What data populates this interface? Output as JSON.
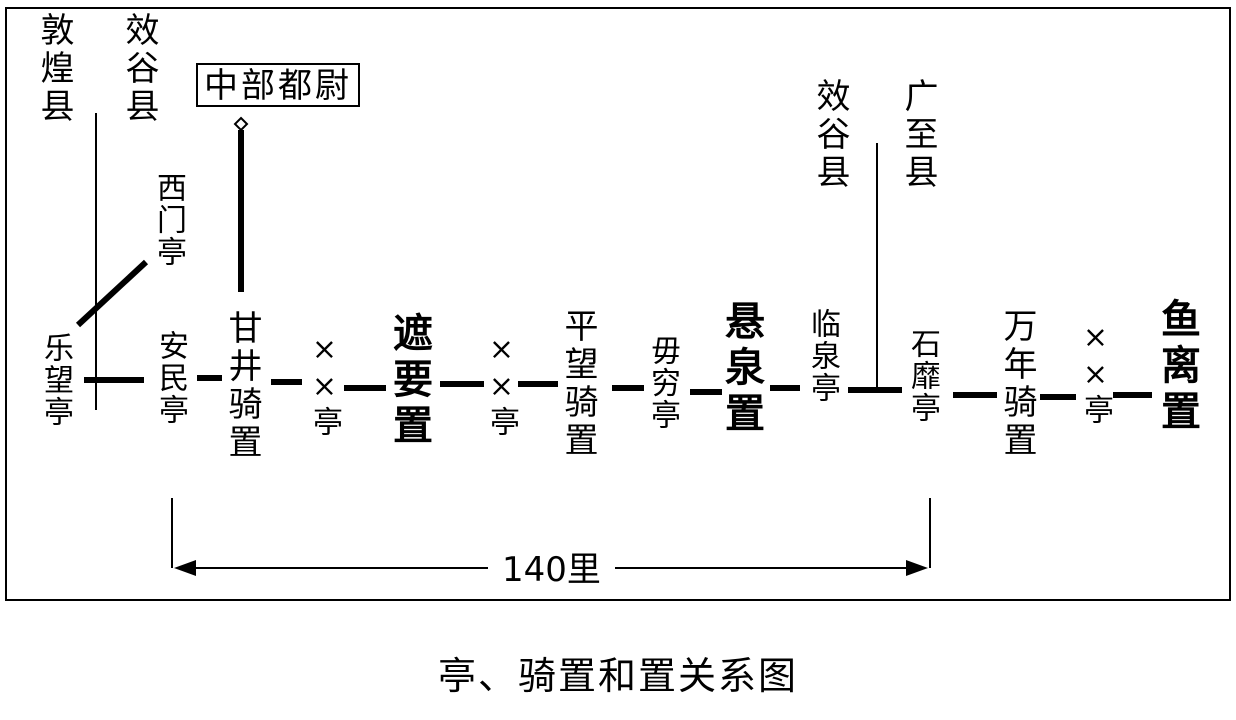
{
  "labels": {
    "dunhuang": "敦煌县",
    "xiaogu_west": "效谷县",
    "zhongbu": "中部都尉",
    "ximen": "西门亭",
    "lewang": "乐望亭",
    "anmin": "安民亭",
    "ganjing": "甘井骑置",
    "xx1": "××亭",
    "zheyao": "遮要置",
    "xx2": "××亭",
    "pingwang": "平望骑置",
    "wuqiong": "毋穷亭",
    "xuanquan": "悬泉置",
    "xiaogu_east": "效谷县",
    "linquan": "临泉亭",
    "guangzhi": "广至县",
    "shimi": "石靡亭",
    "wannian": "万年骑置",
    "xx3": "××亭",
    "yuli": "鱼离置"
  },
  "distance": "140里",
  "caption": "亭、骑置和置关系图"
}
